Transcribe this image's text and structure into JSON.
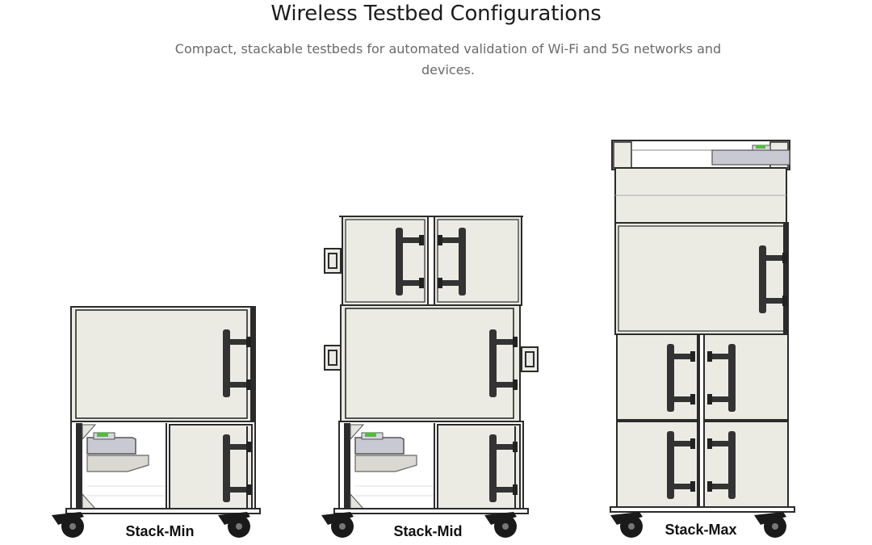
{
  "header": {
    "title": "Wireless Testbed Configurations",
    "subtitle": "Compact, stackable testbeds for automated validation of Wi-Fi and 5G networks and devices."
  },
  "configurations": [
    {
      "label": "Stack-Min"
    },
    {
      "label": "Stack-Mid"
    },
    {
      "label": "Stack-Max"
    }
  ],
  "colors": {
    "enclosure": "#ebebe4",
    "outline": "#2b2b2b",
    "handle": "#333333",
    "tray": "#c8c9d2",
    "led": "#4fbf3a"
  }
}
